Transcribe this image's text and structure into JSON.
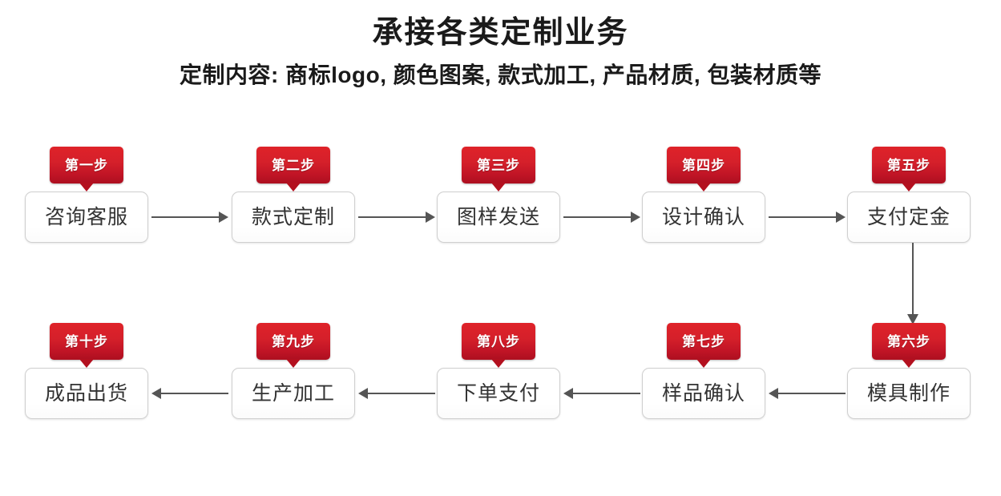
{
  "header": {
    "main_title": "承接各类定制业务",
    "sub_title": "定制内容: 商标logo, 颜色图案, 款式加工, 产品材质, 包装材质等"
  },
  "theme": {
    "badge_red_top": "#df2229",
    "badge_red_bottom": "#ad0f20",
    "badge_text_color": "#ffffff",
    "box_background": "#ffffff",
    "box_border": "#cfcfcf",
    "box_text_color": "#333333",
    "arrow_color": "#555555",
    "page_background": "#ffffff",
    "title_color": "#1a1a1a"
  },
  "flow": {
    "top_row": [
      {
        "badge": "第一步",
        "label": "咨询客服"
      },
      {
        "badge": "第二步",
        "label": "款式定制"
      },
      {
        "badge": "第三步",
        "label": "图样发送"
      },
      {
        "badge": "第四步",
        "label": "设计确认"
      },
      {
        "badge": "第五步",
        "label": "支付定金"
      }
    ],
    "bottom_row": [
      {
        "badge": "第十步",
        "label": "成品出货"
      },
      {
        "badge": "第九步",
        "label": "生产加工"
      },
      {
        "badge": "第八步",
        "label": "下单支付"
      },
      {
        "badge": "第七步",
        "label": "样品确认"
      },
      {
        "badge": "第六步",
        "label": "模具制作"
      }
    ]
  },
  "connectors": {
    "top_direction": "right",
    "bottom_direction": "left",
    "vertical_direction": "down"
  }
}
